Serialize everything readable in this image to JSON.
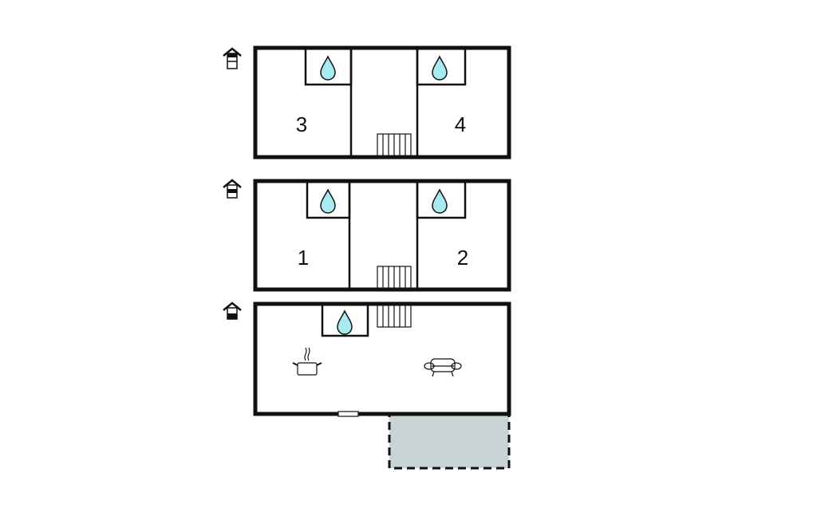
{
  "floors": [
    {
      "name": "upper-floor",
      "rooms": [
        "3",
        "4"
      ]
    },
    {
      "name": "middle-floor",
      "rooms": [
        "1",
        "2"
      ]
    },
    {
      "name": "ground-floor",
      "rooms": []
    }
  ],
  "colors": {
    "water": "#a8eaf2",
    "terrace": "#c8d3d5",
    "wall": "#111111"
  },
  "icons": [
    "floor-level-icon",
    "water-drop-icon",
    "stairs-icon",
    "cooking-pot-icon",
    "sofa-icon",
    "door-icon"
  ]
}
